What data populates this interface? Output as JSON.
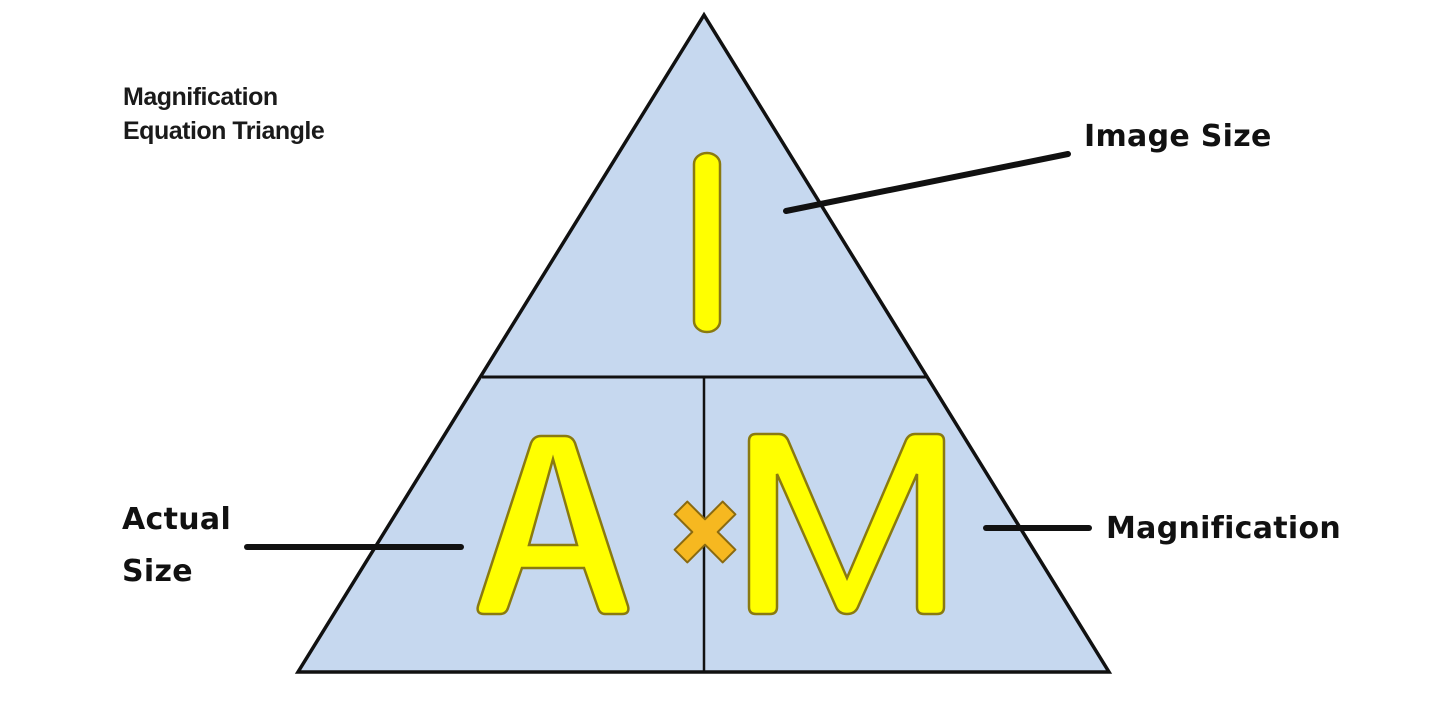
{
  "title": {
    "line1": "Magnification",
    "line2": "Equation Triangle"
  },
  "triangle": {
    "fill_color": "#c6d8ef",
    "stroke_color": "#111111",
    "letters": {
      "top": "I",
      "bottom_left": "A",
      "bottom_right": "M"
    },
    "letter_fill": "#ffff00",
    "letter_outline": "#8a7a10",
    "operator": "×",
    "operator_color": "#f6b820"
  },
  "labels": {
    "image_size": "Image Size",
    "actual_size_line1": "Actual",
    "actual_size_line2": "Size",
    "magnification": "Magnification"
  }
}
